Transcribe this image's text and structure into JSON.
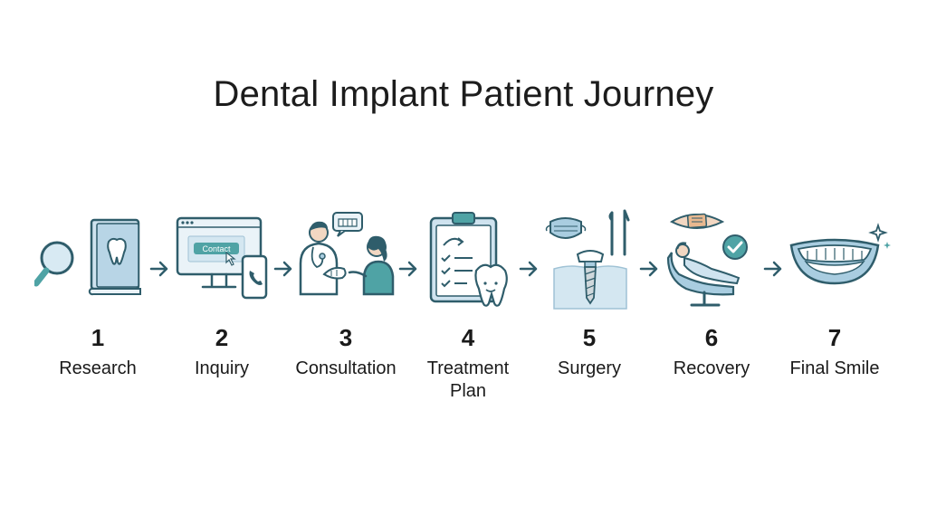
{
  "title": "Dental Implant Patient Journey",
  "inquiry_button_text": "Contact",
  "steps": [
    {
      "number": "1",
      "label": "Research",
      "icon": "magnifier-and-tooth-book-icon"
    },
    {
      "number": "2",
      "label": "Inquiry",
      "icon": "computer-and-phone-icon"
    },
    {
      "number": "3",
      "label": "Consultation",
      "icon": "dentist-and-patient-icon"
    },
    {
      "number": "4",
      "label": "Treatment Plan",
      "icon": "clipboard-and-tooth-icon"
    },
    {
      "number": "5",
      "label": "Surgery",
      "icon": "mask-tools-implant-icon"
    },
    {
      "number": "6",
      "label": "Recovery",
      "icon": "patient-chair-check-icon"
    },
    {
      "number": "7",
      "label": "Final Smile",
      "icon": "smile-sparkle-icon"
    }
  ],
  "colors": {
    "outline": "#2f5d6b",
    "fill_light": "#cfe3ef",
    "fill_mid": "#a9cde0",
    "accent_teal": "#4fa3a5",
    "text": "#1a1a1a"
  }
}
